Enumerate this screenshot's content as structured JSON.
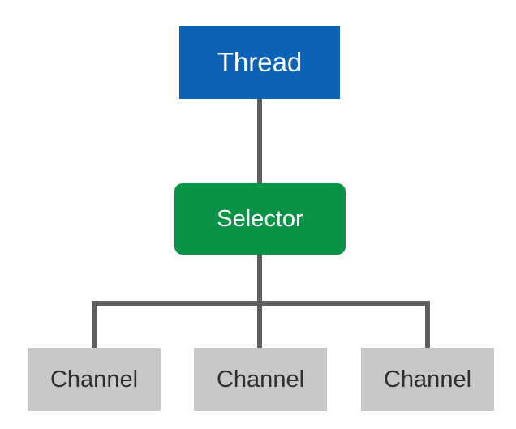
{
  "colors": {
    "thread": "#0c62b5",
    "selector": "#0a9246",
    "channel": "#c7c8ca",
    "connector": "#5e5e5e"
  },
  "nodes": {
    "thread": "Thread",
    "selector": "Selector",
    "channels": [
      "Channel",
      "Channel",
      "Channel"
    ]
  }
}
